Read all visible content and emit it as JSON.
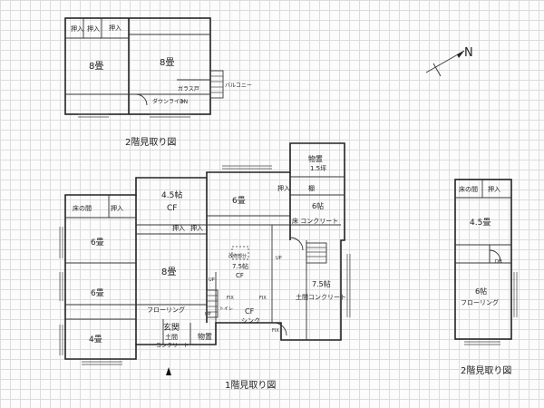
{
  "north_mark": "N",
  "captions": {
    "upper_left": "2階見取り図",
    "first_floor": "1階見取り図",
    "right": "2階見取り図"
  },
  "upper_left_plan": {
    "closet_1": "押入",
    "closet_2": "押入",
    "closet_3": "押入",
    "room_left": "8畳",
    "room_right": "8畳",
    "balcony": "バルコニー",
    "glass_door": "ガラス戸",
    "floor_note": "ダウンライト",
    "dn": "DN"
  },
  "first_floor_plan": {
    "storage_top": "物置",
    "storage_top_size": "1.5坪",
    "closet_top": "押入",
    "shelf_top": "棚",
    "room_6_right": "6帖",
    "earth_floor_concrete": "床 コンクリート",
    "room_tokonoma": "床の間",
    "closet_left": "押入",
    "room_45_cf": "4.5帖",
    "cf_label": "CF",
    "room_6_top": "6畳",
    "room_6_left_1": "6畳",
    "room_6_left_2": "6畳",
    "room_4": "4畳",
    "room_8": "8畳",
    "closet_mid_1": "押入",
    "closet_mid_2": "押入",
    "kitchen_size": "7.5帖",
    "kitchen_cf": "CF",
    "kitchen_note": "改修部分",
    "dining_cf": "CF",
    "sink": "シンク",
    "flooring": "フローリング",
    "entrance": "玄関",
    "entrance_floor": "土間",
    "entrance_concrete": "コンクリート",
    "storage_bottom": "物置",
    "doma_size": "7.5帖",
    "doma_label": "土間コンクリート",
    "up_1": "UP",
    "up_2": "UP",
    "up_3": "UP",
    "fix_1": "FIX",
    "fix_2": "FIX",
    "fix_3": "FIX",
    "toilet": "トイレ"
  },
  "right_plan": {
    "tokonoma": "床の間",
    "closet": "押入",
    "room_45": "4.5畳",
    "dn": "DN",
    "room_6_size": "6帖",
    "room_6_type": "フローリング"
  }
}
